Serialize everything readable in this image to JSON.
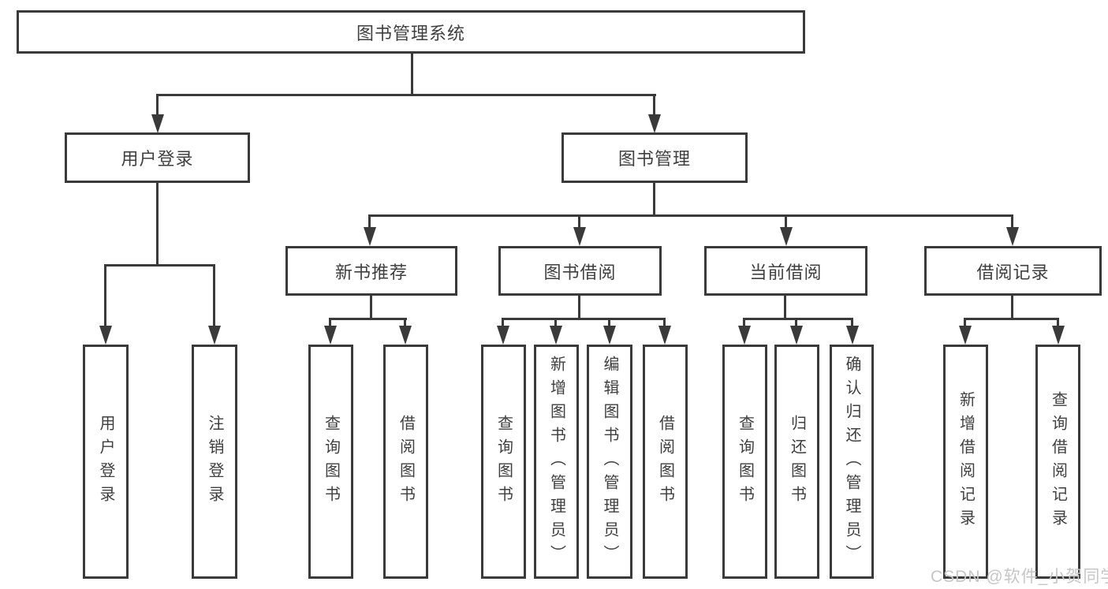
{
  "diagram": {
    "root": {
      "label": "图书管理系统"
    },
    "branches": [
      {
        "label": "用户登录",
        "children": [
          {
            "label": "用户登录"
          },
          {
            "label": "注销登录"
          }
        ]
      },
      {
        "label": "图书管理",
        "children": [
          {
            "label": "新书推荐",
            "children": [
              {
                "label": "查询图书"
              },
              {
                "label": "借阅图书"
              }
            ]
          },
          {
            "label": "图书借阅",
            "children": [
              {
                "label": "查询图书"
              },
              {
                "label": "新增图书（管理员）"
              },
              {
                "label": "编辑图书（管理员）"
              },
              {
                "label": "借阅图书"
              }
            ]
          },
          {
            "label": "当前借阅",
            "children": [
              {
                "label": "查询图书"
              },
              {
                "label": "归还图书"
              },
              {
                "label": "确认归还（管理员）"
              }
            ]
          },
          {
            "label": "借阅记录",
            "children": [
              {
                "label": "新增借阅记录"
              },
              {
                "label": "查询借阅记录"
              }
            ]
          }
        ]
      }
    ]
  },
  "watermark": {
    "text": "CSDN @软件_小贺同学"
  },
  "colors": {
    "line": "#3a3a3a",
    "text": "#3f3f3f",
    "watermark": "#c6c6c6",
    "background": "#ffffff"
  }
}
